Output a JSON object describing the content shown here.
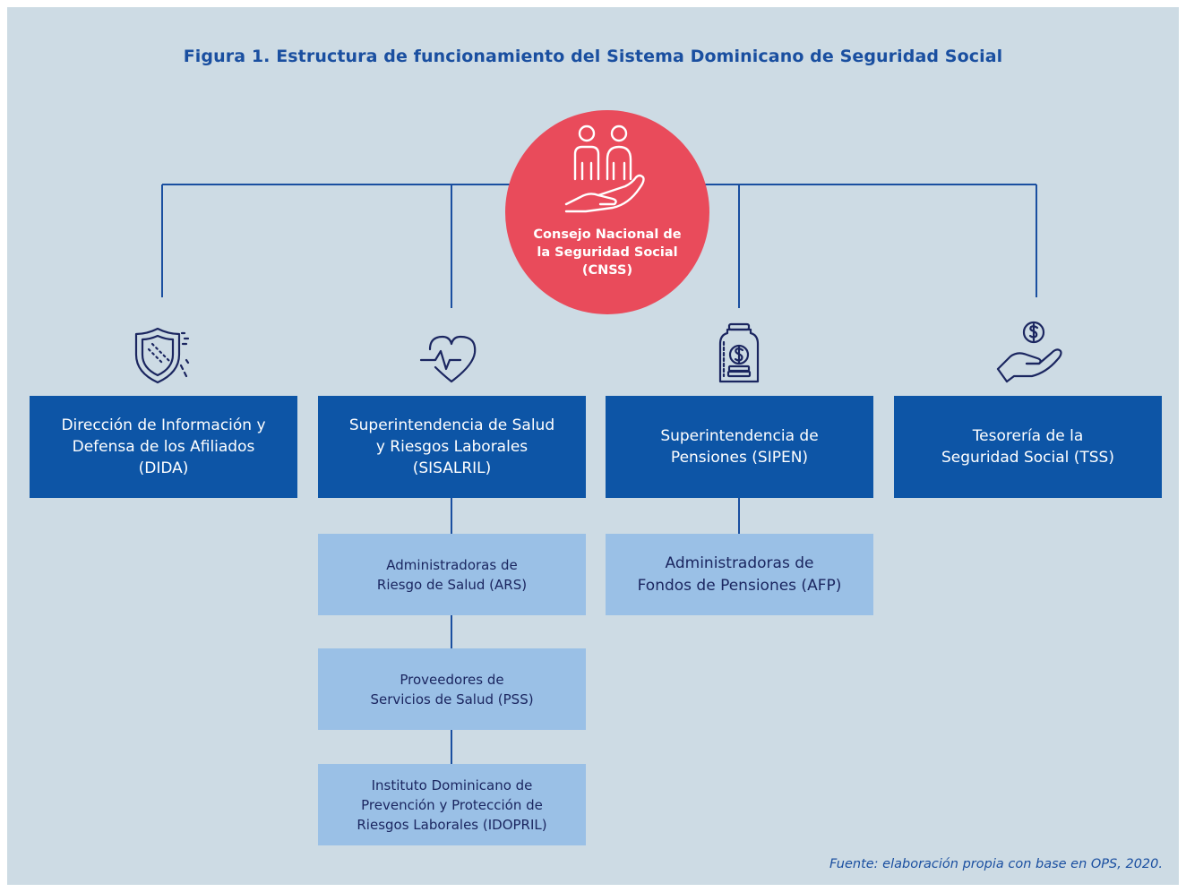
{
  "figure": {
    "title": "Figura 1. Estructura de funcionamiento del Sistema Dominicano de Seguridad Social",
    "source": "Fuente: elaboración propia con base en OPS, 2020.",
    "colors": {
      "background": "#cddbe4",
      "title": "#1a4fa0",
      "connector": "#1a4fa0",
      "center_circle": "#e94b5b",
      "primary_box": "#0d55a6",
      "secondary_box": "#9ac0e6",
      "secondary_text": "#1b2660",
      "icon": "#1b2660"
    }
  },
  "center": {
    "icon": "people-on-hand-icon",
    "lines": [
      "Consejo Nacional de",
      "la Seguridad Social",
      "(CNSS)"
    ]
  },
  "branches": [
    {
      "icon": "shield-icon",
      "lines": [
        "Dirección de Información y",
        "Defensa de los Afiliados",
        "(DIDA)"
      ],
      "children": []
    },
    {
      "icon": "heart-pulse-icon",
      "lines": [
        "Superintendencia de Salud",
        "y Riesgos Laborales",
        "(SISALRIL)"
      ],
      "children": [
        {
          "lines": [
            "Administradoras de",
            "Riesgo de Salud (ARS)"
          ]
        },
        {
          "lines": [
            "Proveedores de",
            "Servicios de Salud (PSS)"
          ]
        },
        {
          "lines": [
            "Instituto Dominicano de",
            "Prevención y Protección de",
            "Riesgos Laborales (IDOPRIL)"
          ]
        }
      ]
    },
    {
      "icon": "coin-jar-icon",
      "lines": [
        "Superintendencia de",
        "Pensiones (SIPEN)"
      ],
      "children": [
        {
          "lines": [
            "Administradoras de",
            "Fondos de Pensiones (AFP)"
          ]
        }
      ]
    },
    {
      "icon": "hand-dollar-icon",
      "lines": [
        "Tesorería de la",
        "Seguridad Social (TSS)"
      ],
      "children": []
    }
  ]
}
